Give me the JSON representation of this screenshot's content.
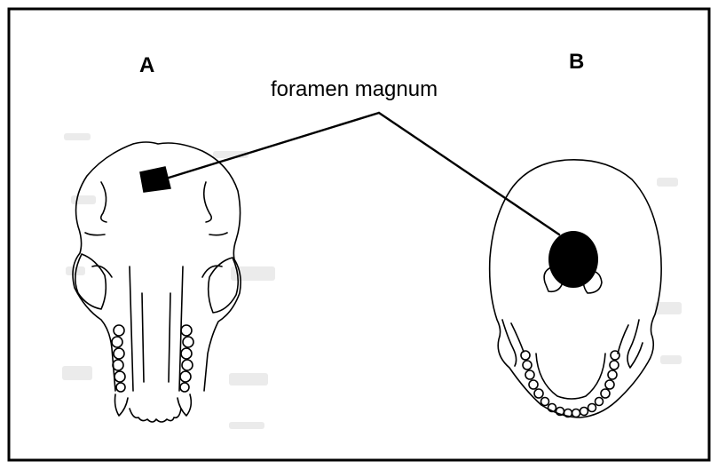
{
  "diagram": {
    "skull_a_label": "A",
    "skull_b_label": "B",
    "callout_label": "foramen magnum"
  },
  "colors": {
    "ink": "#000000",
    "background": "#ffffff",
    "bleed_through": "#ebebeb"
  }
}
